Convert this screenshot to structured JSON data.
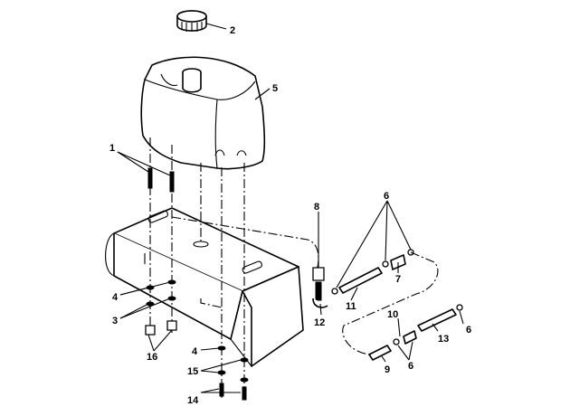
{
  "callouts": [
    {
      "id": "c1",
      "label": "1"
    },
    {
      "id": "c2",
      "label": "2"
    },
    {
      "id": "c3",
      "label": "3"
    },
    {
      "id": "c4a",
      "label": "4"
    },
    {
      "id": "c4b",
      "label": "4"
    },
    {
      "id": "c5",
      "label": "5"
    },
    {
      "id": "c6a",
      "label": "6"
    },
    {
      "id": "c6b",
      "label": "6"
    },
    {
      "id": "c6c",
      "label": "6"
    },
    {
      "id": "c7",
      "label": "7"
    },
    {
      "id": "c8",
      "label": "8"
    },
    {
      "id": "c9",
      "label": "9"
    },
    {
      "id": "c10",
      "label": "10"
    },
    {
      "id": "c11",
      "label": "11"
    },
    {
      "id": "c12",
      "label": "12"
    },
    {
      "id": "c13",
      "label": "13"
    },
    {
      "id": "c14",
      "label": "14"
    },
    {
      "id": "c15",
      "label": "15"
    },
    {
      "id": "c16",
      "label": "16"
    }
  ]
}
